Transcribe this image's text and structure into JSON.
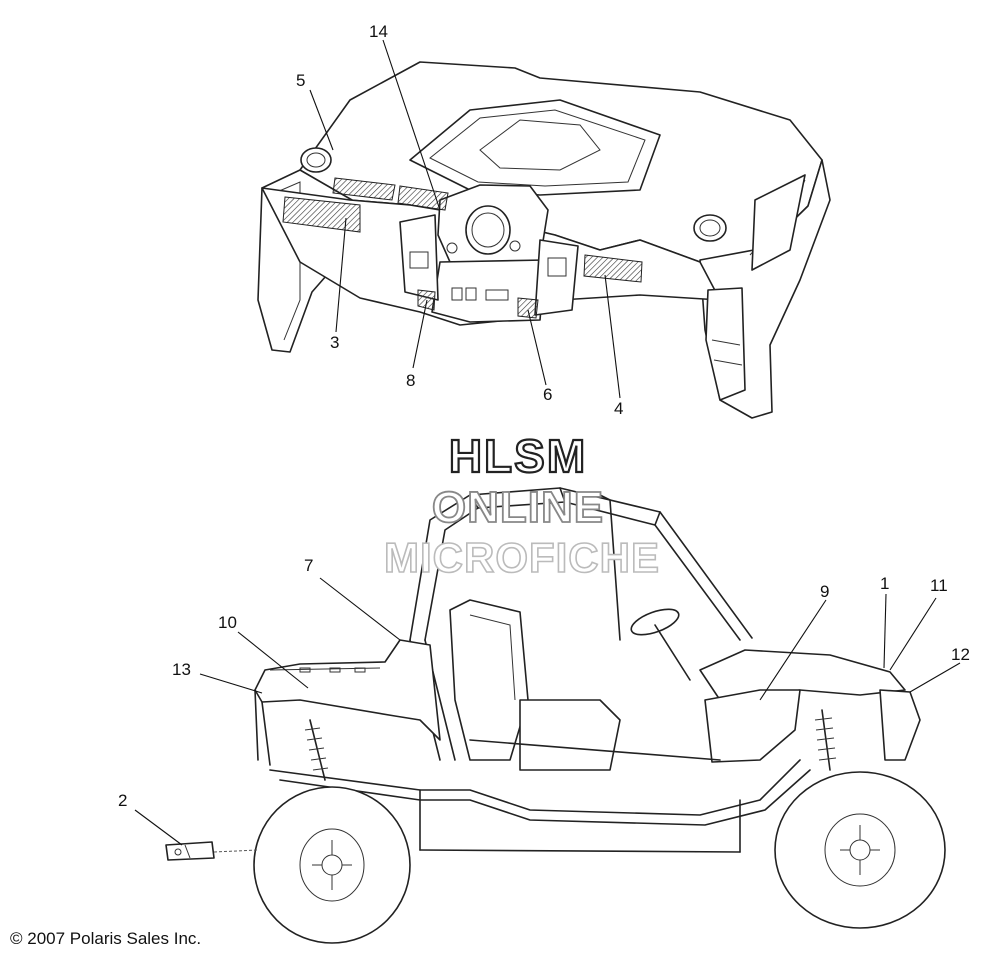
{
  "callouts": [
    {
      "id": "14",
      "label": "14"
    },
    {
      "id": "5",
      "label": "5"
    },
    {
      "id": "3",
      "label": "3"
    },
    {
      "id": "8",
      "label": "8"
    },
    {
      "id": "6",
      "label": "6"
    },
    {
      "id": "4",
      "label": "4"
    },
    {
      "id": "7",
      "label": "7"
    },
    {
      "id": "10",
      "label": "10"
    },
    {
      "id": "13",
      "label": "13"
    },
    {
      "id": "2",
      "label": "2"
    },
    {
      "id": "9",
      "label": "9"
    },
    {
      "id": "1",
      "label": "1"
    },
    {
      "id": "11",
      "label": "11"
    },
    {
      "id": "12",
      "label": "12"
    }
  ],
  "watermark": {
    "line1": "HLSM",
    "line2": "ONLINE",
    "line3": "MICROFICHE"
  },
  "copyright": "© 2007 Polaris Sales Inc."
}
